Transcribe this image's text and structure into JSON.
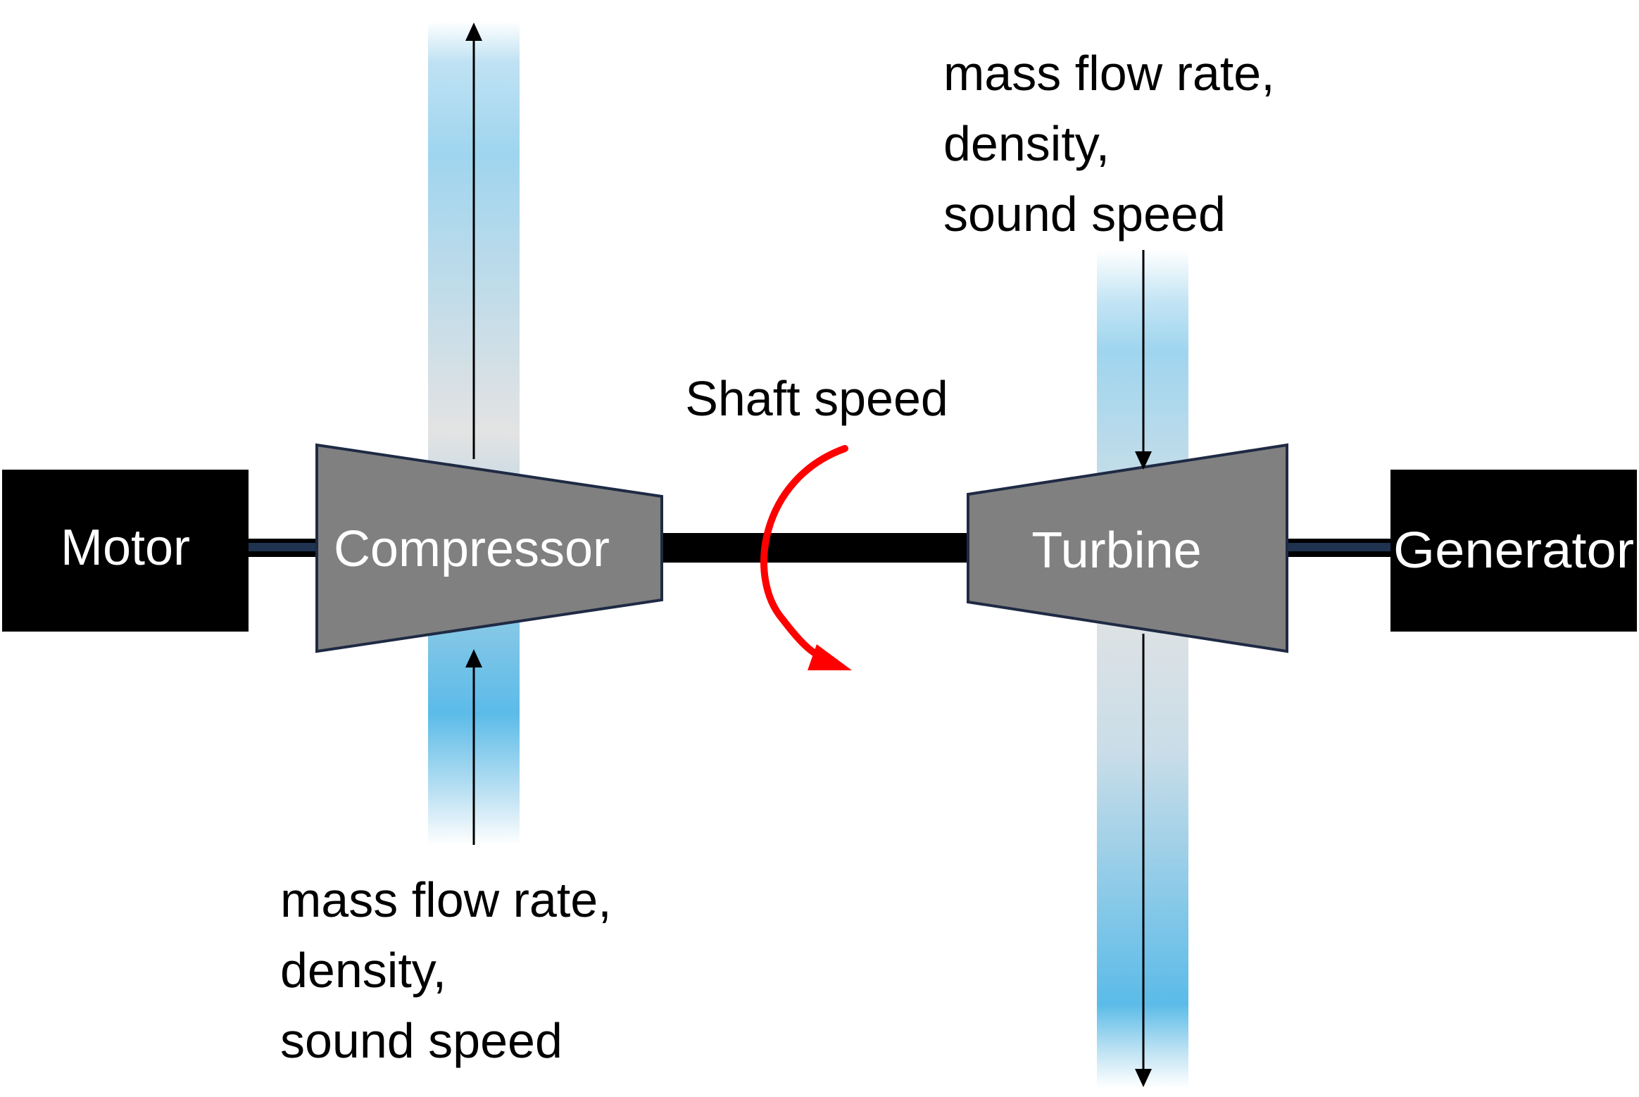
{
  "diagram": {
    "motor_label": "Motor",
    "compressor_label": "Compressor",
    "turbine_label": "Turbine",
    "generator_label": "Generator",
    "shaft_label": "Shaft speed",
    "compressor_inlet": {
      "line1": "mass flow rate,",
      "line2": "density,",
      "line3": "sound speed"
    },
    "turbine_inlet": {
      "line1": "mass flow rate,",
      "line2": "density,",
      "line3": "sound speed"
    }
  },
  "colors": {
    "block_fill": "#000000",
    "machine_fill": "#808080",
    "machine_stroke": "#1f2a44",
    "shaft": "#000000",
    "flow_blue": "#5bb8e6",
    "flow_grey": "#e6e6e6",
    "rotation_arrow": "#ff0000"
  }
}
